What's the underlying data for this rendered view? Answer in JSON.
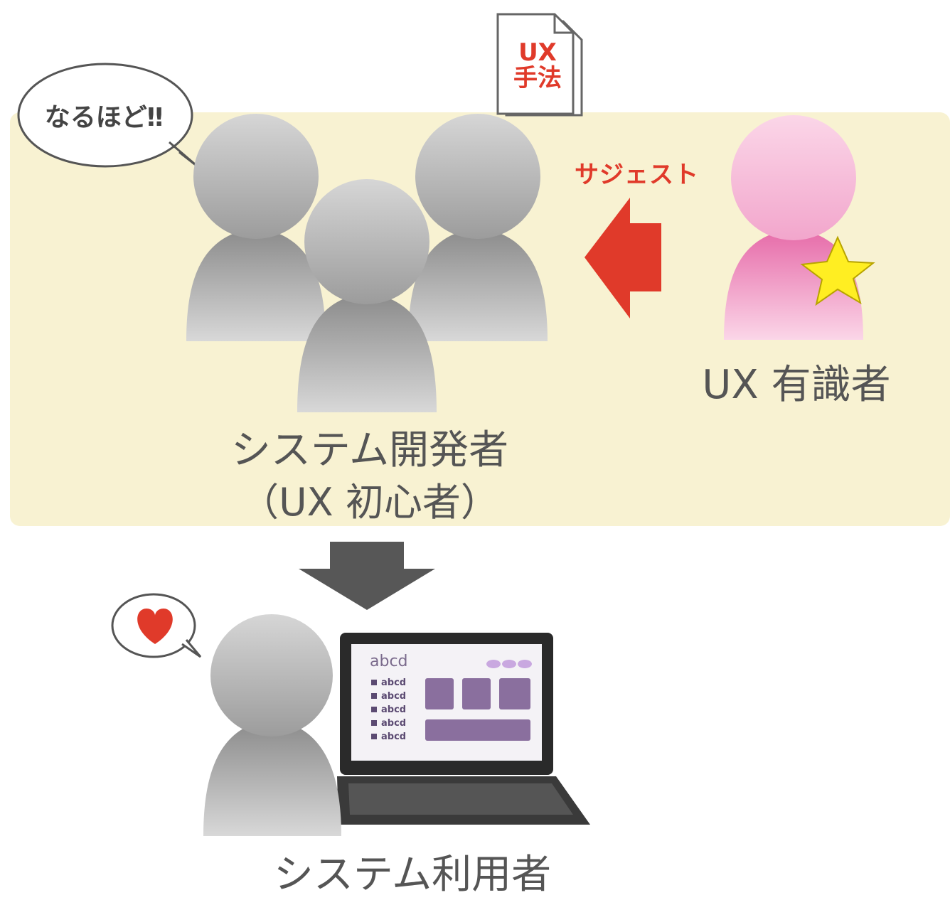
{
  "speech_bubble": {
    "text": "なるほど‼"
  },
  "document": {
    "line1": "UX",
    "line2": "手法"
  },
  "arrow_label": "サジェスト",
  "expert_label": "UX 有識者",
  "developer_label": {
    "line1": "システム開発者",
    "line2": "（UX 初心者）"
  },
  "user_label": "システム利用者",
  "screen": {
    "title": "abcd",
    "menu_items": [
      "abcd",
      "abcd",
      "abcd",
      "abcd",
      "abcd"
    ]
  },
  "colors": {
    "panel_bg": "#f8f2d2",
    "arrow_red": "#e03a2a",
    "person_gray": "#9a9a9a",
    "person_pink": "#f0a0c8",
    "star_yellow": "#ffee22",
    "screen_purple": "#8a6f9e",
    "laptop_dark": "#2a2a2a",
    "heart_red": "#e03a2a"
  }
}
